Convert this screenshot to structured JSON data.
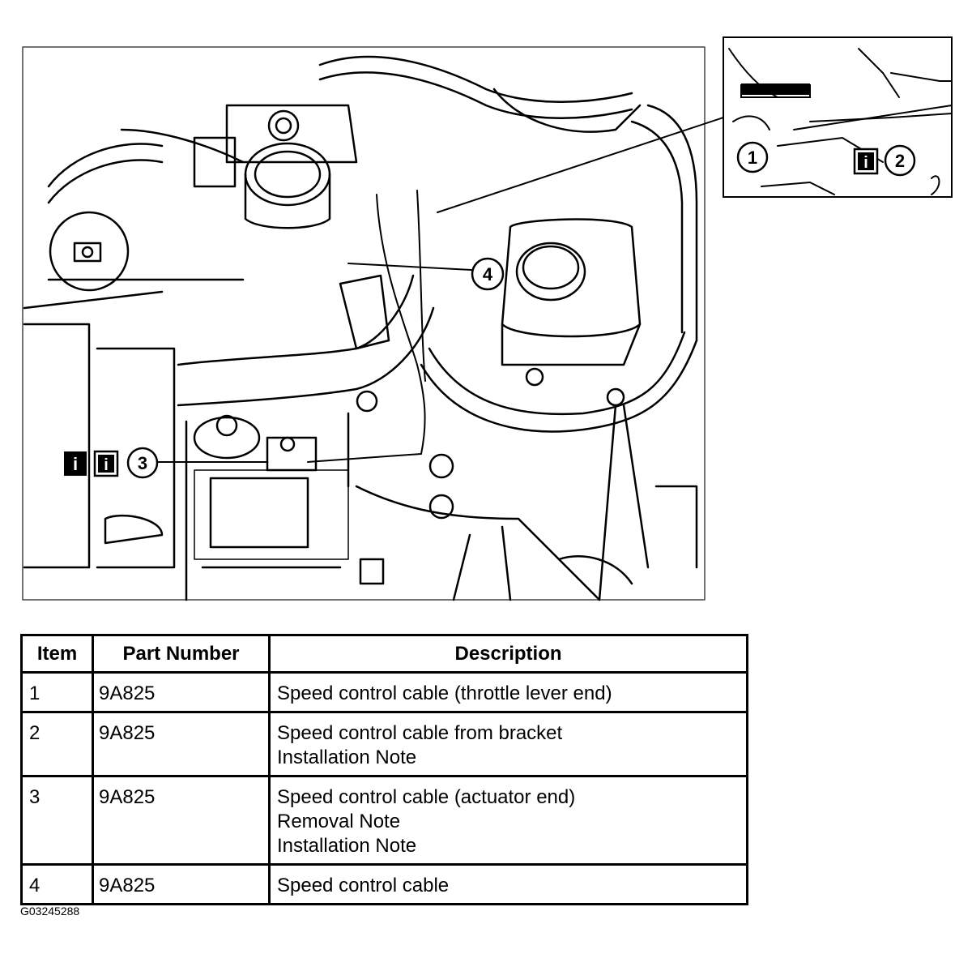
{
  "callouts": {
    "c1": "1",
    "c2": "2",
    "c3": "3",
    "c4": "4"
  },
  "info_icon_glyph": "i",
  "icons": [
    "info-icon-filled",
    "info-icon-outline"
  ],
  "table": {
    "headers": [
      "Item",
      "Part Number",
      "Description"
    ],
    "rows": [
      {
        "item": "1",
        "part": "9A825",
        "desc": [
          "Speed control cable (throttle lever end)"
        ]
      },
      {
        "item": "2",
        "part": "9A825",
        "desc": [
          "Speed control cable from bracket",
          "Installation Note"
        ]
      },
      {
        "item": "3",
        "part": "9A825",
        "desc": [
          "Speed control cable (actuator end)",
          "Removal Note",
          "Installation Note"
        ]
      },
      {
        "item": "4",
        "part": "9A825",
        "desc": [
          "Speed control cable"
        ]
      }
    ]
  },
  "figure_code": "G03245288"
}
